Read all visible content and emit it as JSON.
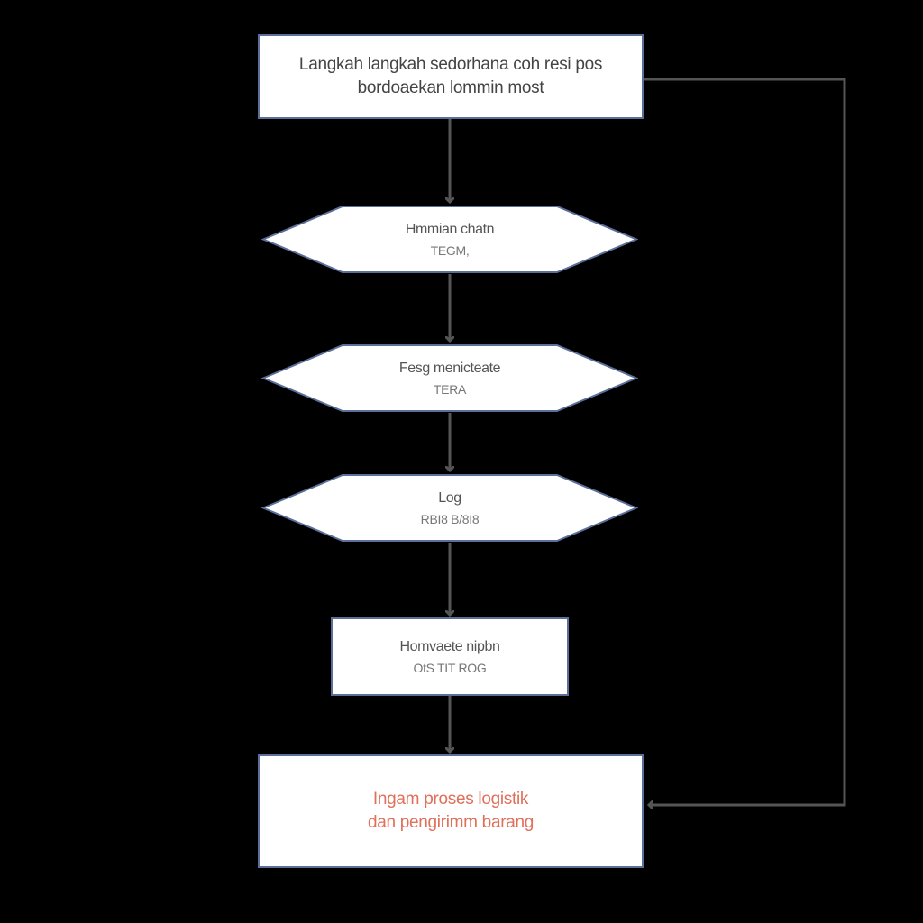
{
  "colors": {
    "background": "#000000",
    "box_fill": "#ffffff",
    "box_border": "#5b6f9a",
    "connector": "#555555",
    "final_text": "#e0705a"
  },
  "flow": {
    "start": {
      "line1": "Langkah langkah sedorhana coh resi pos",
      "line2": "bordoaekan lommin most"
    },
    "step1": {
      "label": "Hmmian chatn",
      "sub": "TEGM,"
    },
    "step2": {
      "label": "Fesg menicteate",
      "sub": "TERA"
    },
    "step3": {
      "label": "Log",
      "sub": "RBI8  B/8I8"
    },
    "step4": {
      "label": "Homvaete nipbn",
      "sub": "OtS  TIT  ROG"
    },
    "end": {
      "line1": "Ingam proses logistik",
      "line2": "dan pengirimm barang"
    }
  }
}
